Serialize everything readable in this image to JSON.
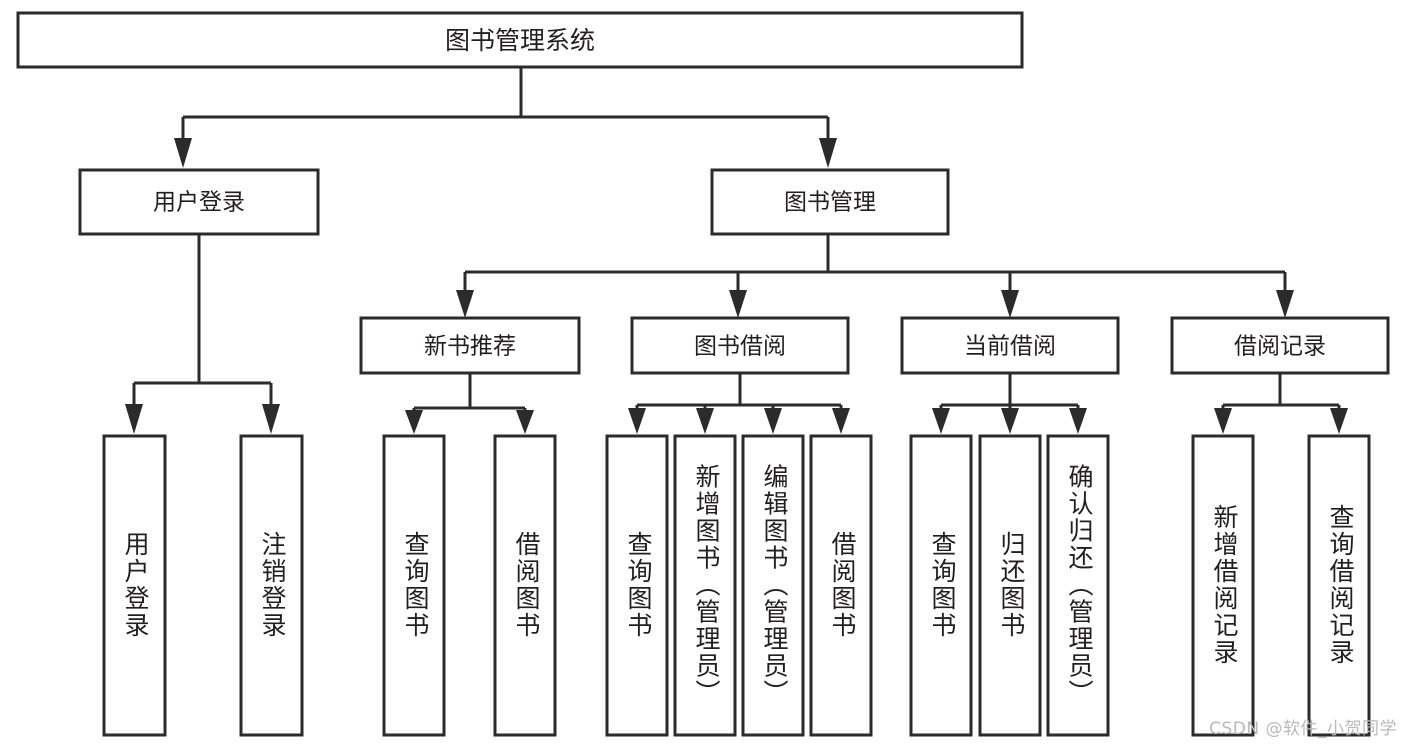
{
  "diagram": {
    "type": "tree-hierarchy-diagram",
    "title": "图书管理系统",
    "watermark": "CSDN @软件_小贺同学",
    "colors": {
      "stroke": "#2b2b2b",
      "fill": "#ffffff",
      "text": "#231f20",
      "watermark": "#b9b9b9",
      "background": "#ffffff"
    },
    "root": {
      "label": "图书管理系统"
    },
    "level1": [
      {
        "label": "用户登录"
      },
      {
        "label": "图书管理"
      }
    ],
    "level2": [
      {
        "label": "新书推荐"
      },
      {
        "label": "图书借阅"
      },
      {
        "label": "当前借阅"
      },
      {
        "label": "借阅记录"
      }
    ],
    "leaves": {
      "user_login": [
        {
          "label": "用户登录"
        },
        {
          "label": "注销登录"
        }
      ],
      "new_book_recommend": [
        {
          "label": "查询图书"
        },
        {
          "label": "借阅图书"
        }
      ],
      "book_borrow": [
        {
          "label": "查询图书"
        },
        {
          "label": "新增图书（管理员）"
        },
        {
          "label": "编辑图书（管理员）"
        },
        {
          "label": "借阅图书"
        }
      ],
      "current_borrow": [
        {
          "label": "查询图书"
        },
        {
          "label": "归还图书"
        },
        {
          "label": "确认归还（管理员）"
        }
      ],
      "borrow_record": [
        {
          "label": "新增借阅记录"
        },
        {
          "label": "查询借阅记录"
        }
      ]
    }
  }
}
